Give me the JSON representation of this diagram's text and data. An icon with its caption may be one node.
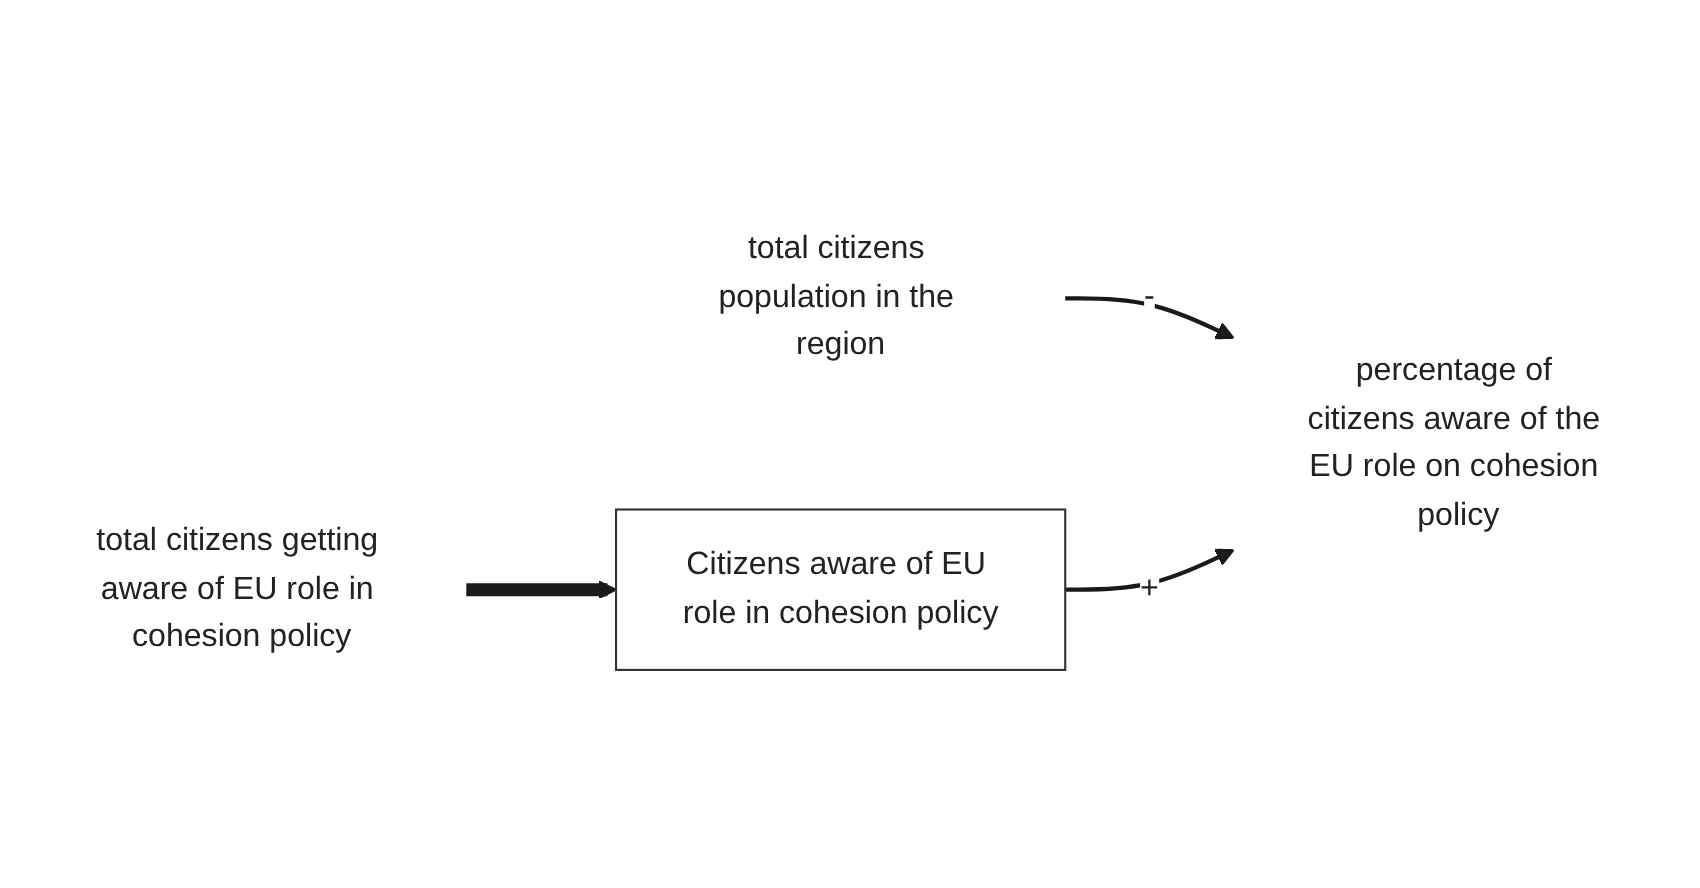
{
  "diagram": {
    "nodes": [
      {
        "text": [
          "total citizens population in the region"
        ]
      },
      {
        "text": [
          "percentage of citizens aware of the EU role on cohesion policy"
        ]
      },
      {
        "text": [
          "Citizens aware of EU role in cohesion policy"
        ]
      },
      {
        "text": [
          "total citizens getting aware of EU role in cohesion policy"
        ]
      }
    ],
    "edges": [
      {
        "from": 0,
        "to": 1,
        "arrow": "to",
        "label": "-"
      },
      {
        "from": 3,
        "to": 2,
        "arrow": "to",
        "style": "thick"
      },
      {
        "from": 2,
        "to": 1,
        "arrow": "to",
        "label": "+"
      }
    ]
  }
}
